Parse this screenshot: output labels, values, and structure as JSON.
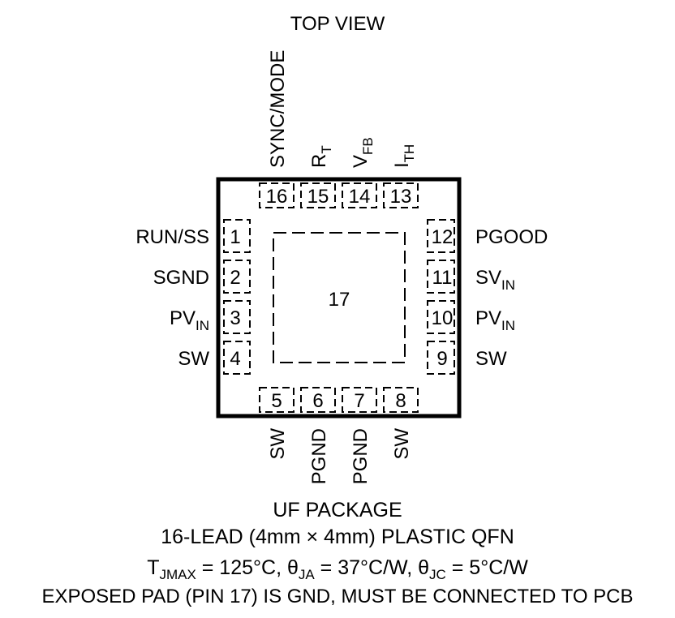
{
  "title": "TOP VIEW",
  "package": {
    "name": "UF PACKAGE",
    "lead_desc": "16-LEAD (4mm × 4mm) PLASTIC QFN",
    "thermal": {
      "t_sym": "T",
      "t_sub": "JMAX",
      "t_val": " = 125°C, ",
      "ja_sym": "θ",
      "ja_sub": "JA",
      "ja_val": " = 37°C/W, ",
      "jc_sym": "θ",
      "jc_sub": "JC",
      "jc_val": " = 5°C/W"
    },
    "note": "EXPOSED PAD (PIN 17) IS GND, MUST BE CONNECTED TO PCB"
  },
  "exposed_pad": {
    "number": "17"
  },
  "pins": {
    "left": [
      {
        "number": "1",
        "name": "RUN/SS",
        "sub": ""
      },
      {
        "number": "2",
        "name": "SGND",
        "sub": ""
      },
      {
        "number": "3",
        "name": "PV",
        "sub": "IN"
      },
      {
        "number": "4",
        "name": "SW",
        "sub": ""
      }
    ],
    "bottom": [
      {
        "number": "5",
        "name": "SW",
        "sub": ""
      },
      {
        "number": "6",
        "name": "PGND",
        "sub": ""
      },
      {
        "number": "7",
        "name": "PGND",
        "sub": ""
      },
      {
        "number": "8",
        "name": "SW",
        "sub": ""
      }
    ],
    "right": [
      {
        "number": "9",
        "name": "SW",
        "sub": ""
      },
      {
        "number": "10",
        "name": "PV",
        "sub": "IN"
      },
      {
        "number": "11",
        "name": "SV",
        "sub": "IN"
      },
      {
        "number": "12",
        "name": "PGOOD",
        "sub": ""
      }
    ],
    "top": [
      {
        "number": "13",
        "name": "I",
        "sub": "TH"
      },
      {
        "number": "14",
        "name": "V",
        "sub": "FB"
      },
      {
        "number": "15",
        "name": "R",
        "sub": "T"
      },
      {
        "number": "16",
        "name": "SYNC/MODE",
        "sub": ""
      }
    ]
  }
}
